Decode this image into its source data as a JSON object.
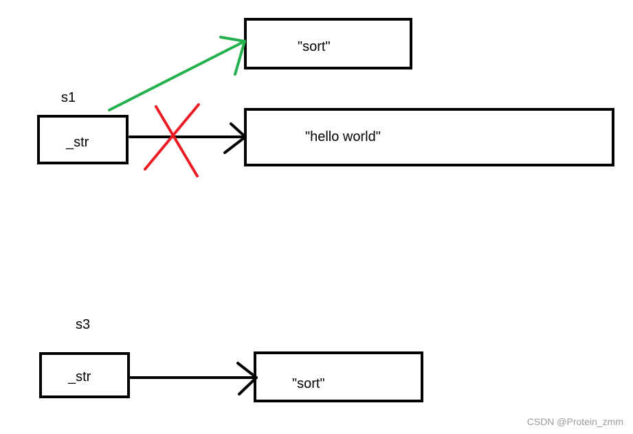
{
  "colors": {
    "background": "#ffffff",
    "stroke": "#000000",
    "new_pointer": "#22b14c",
    "crossed_pointer": "#ed1c24",
    "watermark": "#9a9a9a"
  },
  "s1": {
    "name": "s1",
    "field_label": "_str",
    "old_target_text": "\"hello world\"",
    "new_target_text": "\"sort\""
  },
  "s3": {
    "name": "s3",
    "field_label": "_str",
    "target_text": "\"sort\""
  },
  "watermark": "CSDN @Protein_zmm"
}
